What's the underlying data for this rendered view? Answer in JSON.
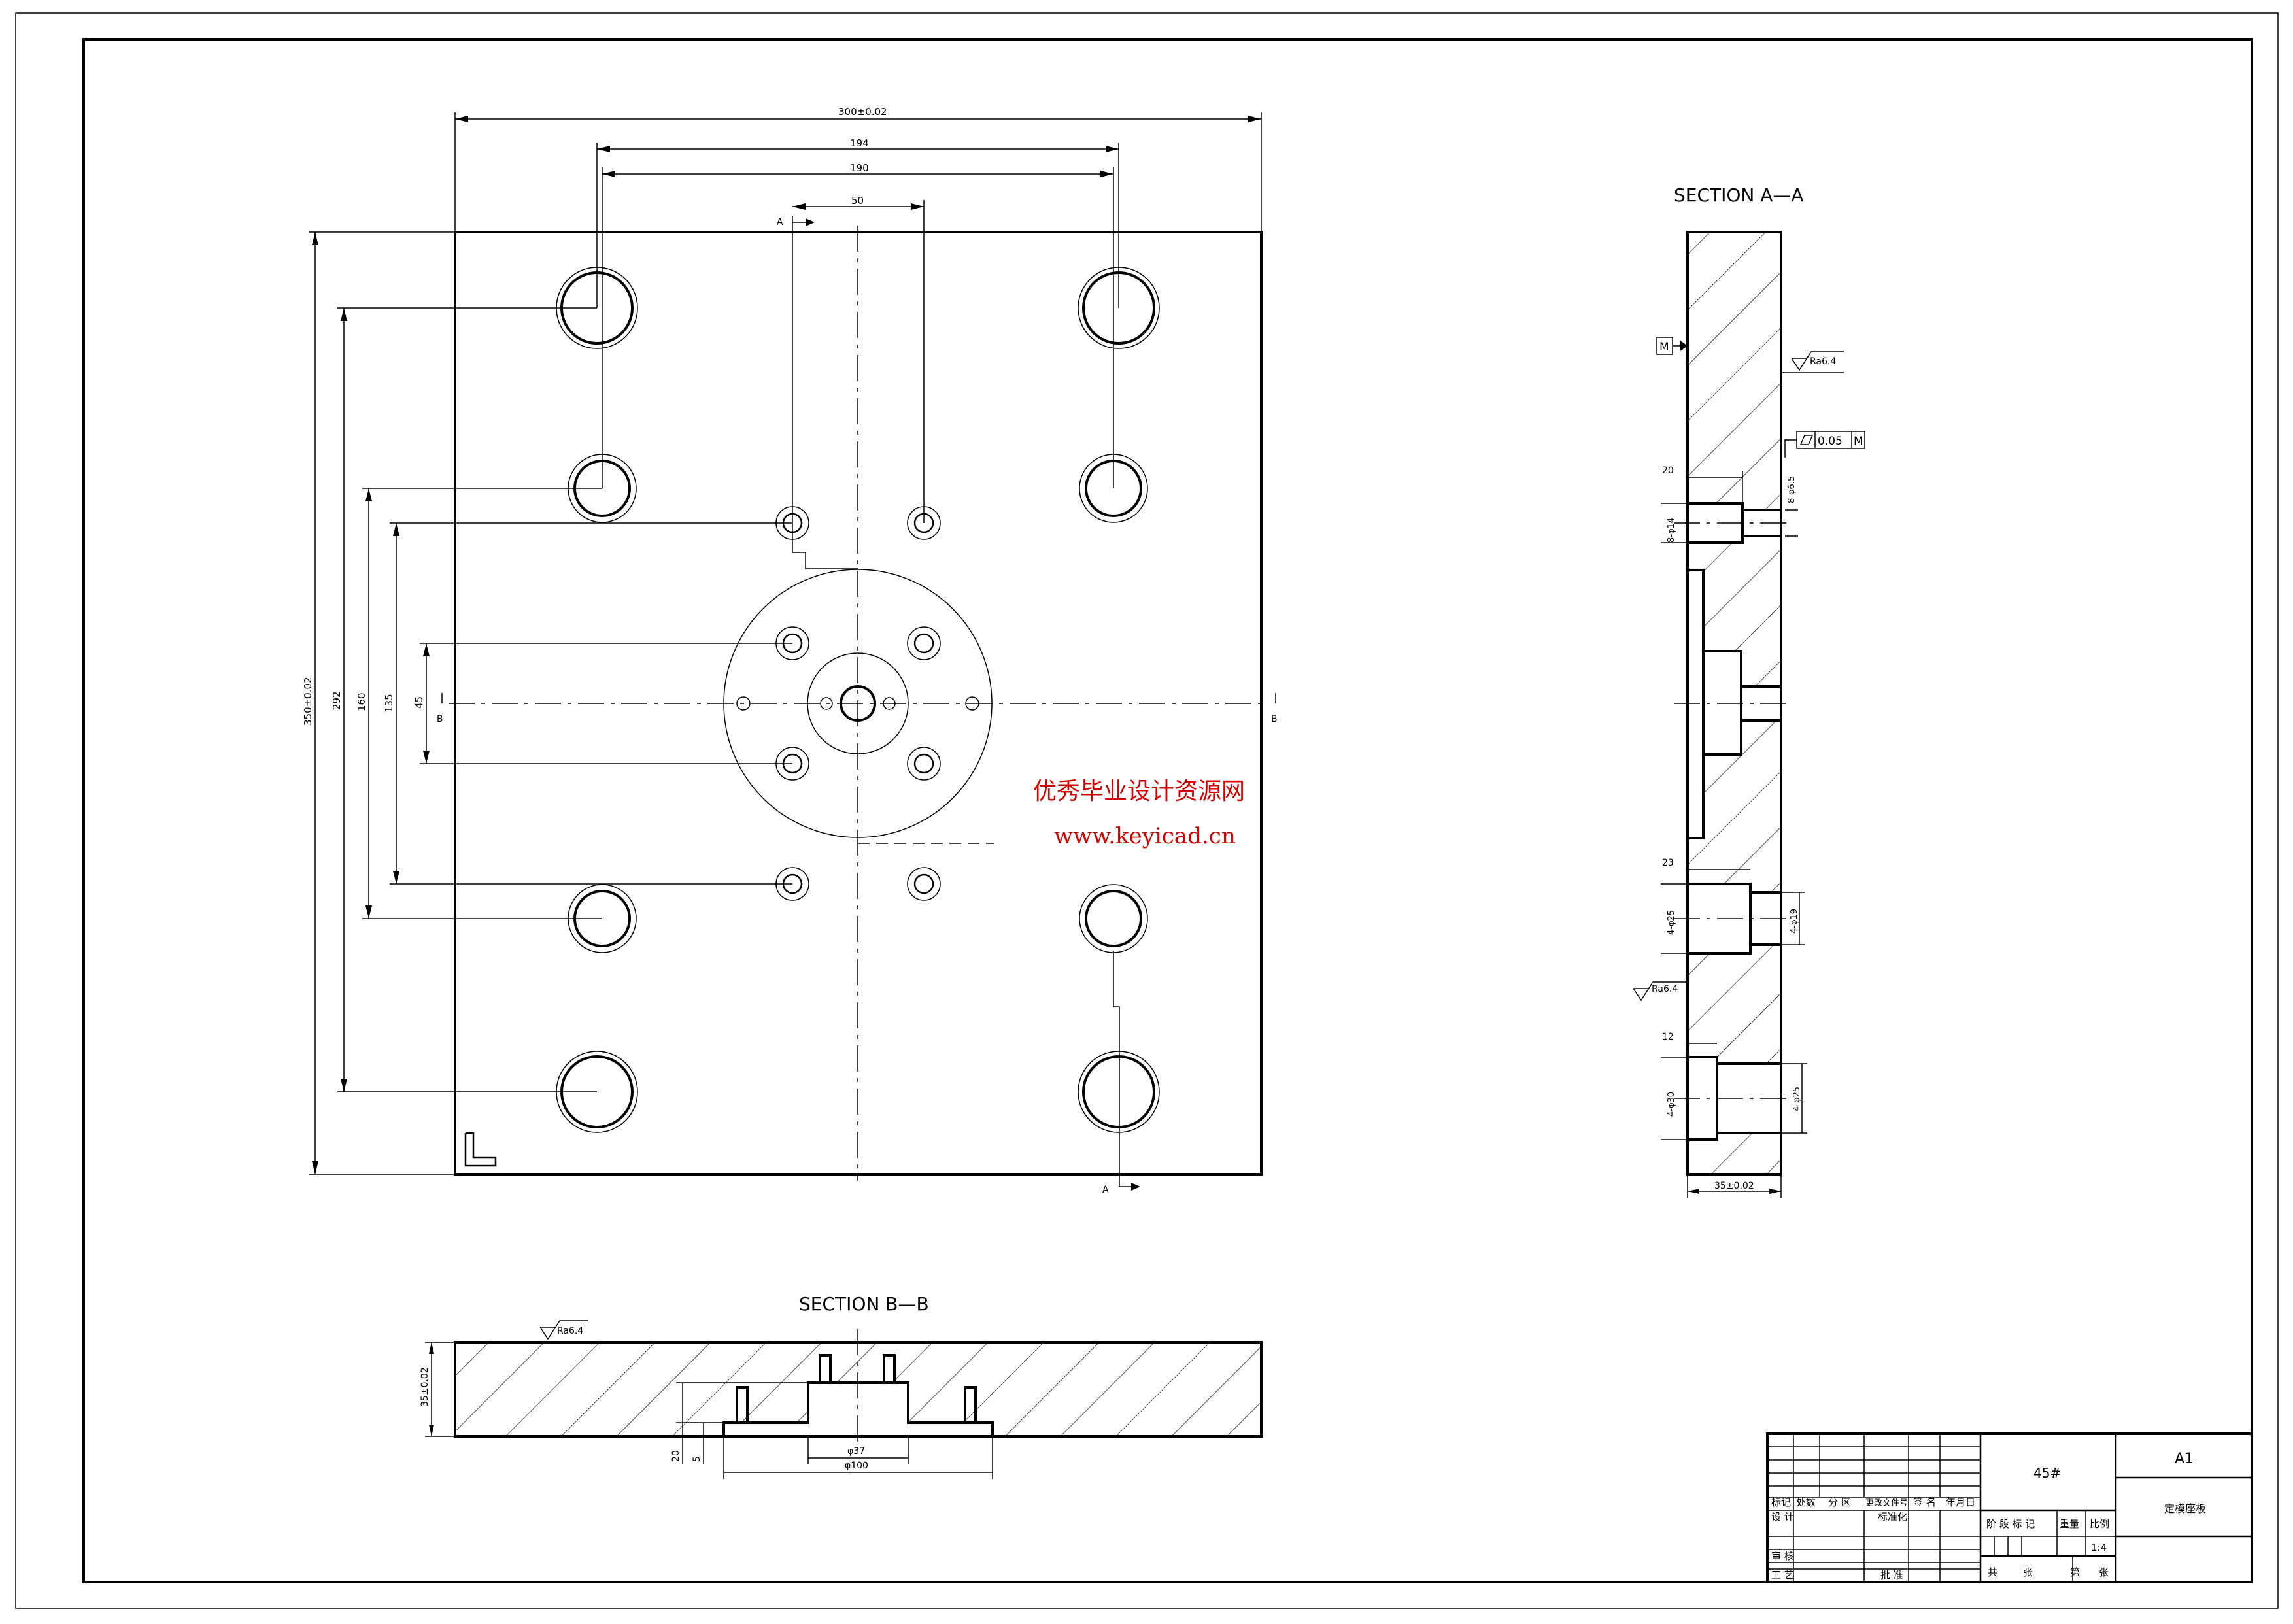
{
  "views": {
    "section_aa_title": "SECTION A—A",
    "section_bb_title": "SECTION B—B"
  },
  "dimensions": {
    "width_total": "300±0.02",
    "d194": "194",
    "d190": "190",
    "d50": "50",
    "height_total": "350±0.02",
    "d292": "292",
    "d160": "160",
    "d135": "135",
    "d45": "45",
    "thickness_aa": "35±0.02",
    "thickness_bb": "35±0.02",
    "aa_20": "20",
    "aa_8_phi6_5": "8-φ6.5",
    "aa_8_phi14": "8-φ14",
    "aa_23": "23",
    "aa_4_phi25": "4-φ25",
    "aa_4_phi19": "4-φ19",
    "aa_12": "12",
    "aa_4_phi30": "4-φ30",
    "aa_4_phi25b": "4-φ25",
    "bb_20": "20",
    "bb_5": "5",
    "bb_phi37": "φ37",
    "bb_phi100": "φ100"
  },
  "markers": {
    "section_a_top": "A",
    "section_a_bottom": "A",
    "section_b_left": "B",
    "section_b_right": "B",
    "datum_m": "M"
  },
  "surface": {
    "ra_1": "Ra6.4",
    "ra_2": "Ra6.4",
    "ra_3": "Ra6.4"
  },
  "tolerance": {
    "flatness_value": "0.05",
    "datum_ref": "M"
  },
  "watermark": {
    "chinese": "优秀毕业设计资源网",
    "url": "www.keyicad.cn"
  },
  "title_block": {
    "material": "45#",
    "sheet_size": "A1",
    "part_name": "定模座板",
    "scale_label": "比例",
    "scale_value": "1:4",
    "weight_label": "重量",
    "stage_label": "阶 段 标 记",
    "total_label": "共",
    "sheets_label": "张",
    "page_label": "第",
    "page_sheets_label": "张",
    "rev_headers": [
      "标记",
      "处数",
      "分 区",
      "更改文件号",
      "签 名",
      "年月日"
    ],
    "designer_label": "设 计",
    "standard_label": "标准化",
    "review_label": "审 核",
    "process_label": "工 艺",
    "approve_label": "批 准"
  }
}
